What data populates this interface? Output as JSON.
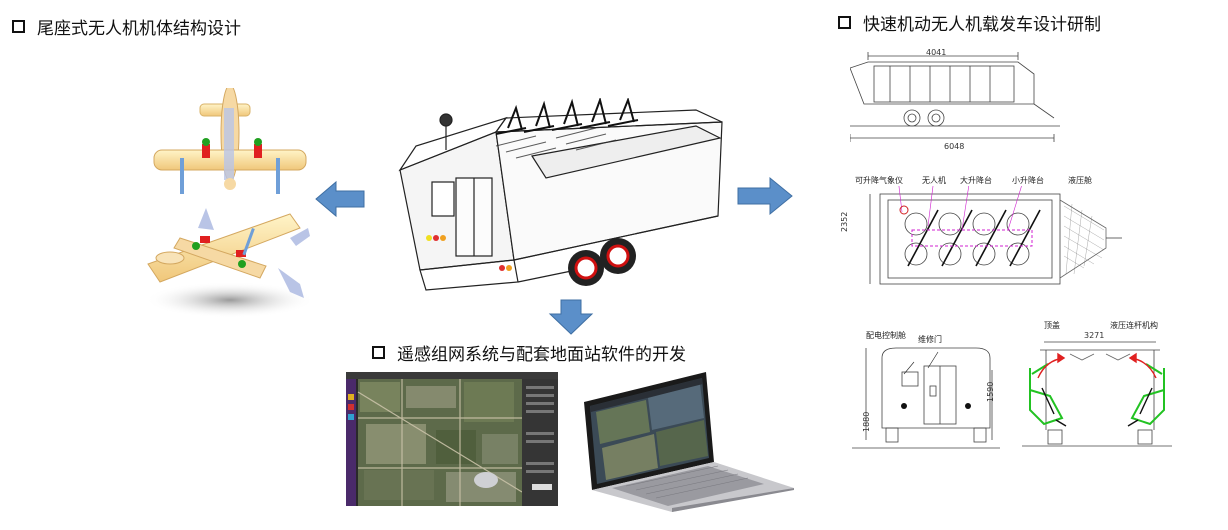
{
  "headings": {
    "tailsitter": "尾座式无人机机体结构设计",
    "vehicle": "快速机动无人机载发车设计研制",
    "software": "遥感组网系统与配套地面站软件的开发"
  },
  "drawings": {
    "side": {
      "length_top": "4041",
      "length_bottom": "6048"
    },
    "plan": {
      "labels": [
        "可升降气象仪",
        "无人机",
        "大升降台",
        "小升降台",
        "液压舱"
      ],
      "width": "2352"
    },
    "rear": {
      "label_control_cabin": "配电控制舱",
      "label_service_door": "维修门",
      "height_left": "1880",
      "height_right": "1590"
    },
    "section": {
      "label_roof": "顶盖",
      "label_linkage": "液压连杆机构",
      "width": "3271"
    }
  },
  "colors": {
    "arrow": "#5b8fc9",
    "arrow_edge": "#3f6fa3",
    "wheel_rim": "#d01010",
    "linkage": "#22c222",
    "annotation": "#d020d0"
  }
}
